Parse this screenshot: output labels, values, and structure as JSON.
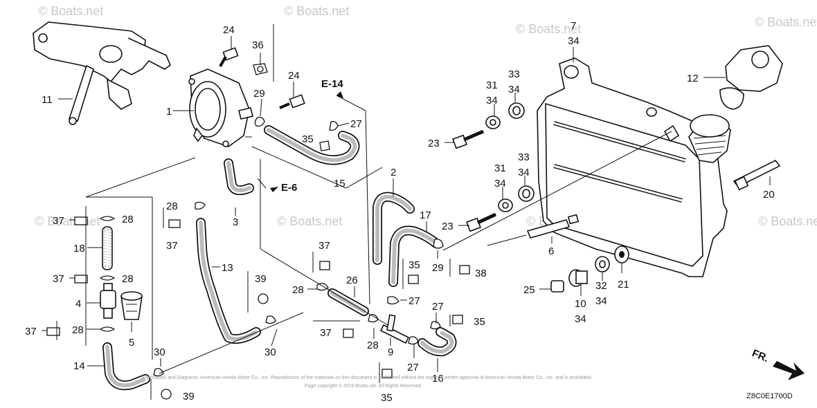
{
  "watermarks": [
    "© Boats.net",
    "© Boats.net",
    "© Boats.net",
    "© Boats.net",
    "© Boats.net",
    "© Boats.net",
    "© Boats.net",
    "© Boats.net"
  ],
  "refs": {
    "e14": "E-14",
    "e6": "E-6"
  },
  "direction": "FR.",
  "code": "Z8C0E1700D",
  "copyright": {
    "line1": "Information and Diagrams: American Honda Motor Co., Inc. Reproduction of the materials on this document is prohibited without the express written approval of American Honda Motor Co., Inc. and is prohibited.",
    "line2": "Page copyright © 2019 Boats.net. All Rights Reserved."
  },
  "callouts": [
    {
      "id": "c1",
      "text": "1"
    },
    {
      "id": "c2",
      "text": "2"
    },
    {
      "id": "c3",
      "text": "3"
    },
    {
      "id": "c4",
      "text": "4"
    },
    {
      "id": "c5",
      "text": "5"
    },
    {
      "id": "c6",
      "text": "6"
    },
    {
      "id": "c7",
      "text": "7"
    },
    {
      "id": "c7b",
      "text": "34"
    },
    {
      "id": "c9",
      "text": "9"
    },
    {
      "id": "c10",
      "text": "10"
    },
    {
      "id": "c10b",
      "text": "34"
    },
    {
      "id": "c11",
      "text": "11"
    },
    {
      "id": "c12",
      "text": "12"
    },
    {
      "id": "c13",
      "text": "13"
    },
    {
      "id": "c14",
      "text": "14"
    },
    {
      "id": "c15",
      "text": "15"
    },
    {
      "id": "c16",
      "text": "16"
    },
    {
      "id": "c17",
      "text": "17"
    },
    {
      "id": "c18",
      "text": "18"
    },
    {
      "id": "c20",
      "text": "20"
    },
    {
      "id": "c21",
      "text": "21"
    },
    {
      "id": "c23a",
      "text": "23"
    },
    {
      "id": "c23b",
      "text": "23"
    },
    {
      "id": "c24a",
      "text": "24"
    },
    {
      "id": "c24b",
      "text": "24"
    },
    {
      "id": "c25",
      "text": "25"
    },
    {
      "id": "c26",
      "text": "26"
    },
    {
      "id": "c27a",
      "text": "27"
    },
    {
      "id": "c27b",
      "text": "27"
    },
    {
      "id": "c27c",
      "text": "27"
    },
    {
      "id": "c27d",
      "text": "27"
    },
    {
      "id": "c28a",
      "text": "28"
    },
    {
      "id": "c28b",
      "text": "28"
    },
    {
      "id": "c28c",
      "text": "28"
    },
    {
      "id": "c28d",
      "text": "28"
    },
    {
      "id": "c28e",
      "text": "28"
    },
    {
      "id": "c28f",
      "text": "28"
    },
    {
      "id": "c29a",
      "text": "29"
    },
    {
      "id": "c29b",
      "text": "29"
    },
    {
      "id": "c30a",
      "text": "30"
    },
    {
      "id": "c30b",
      "text": "30"
    },
    {
      "id": "c31a",
      "text": "31"
    },
    {
      "id": "c31b",
      "text": "34"
    },
    {
      "id": "c31c",
      "text": "31"
    },
    {
      "id": "c31d",
      "text": "34"
    },
    {
      "id": "c32",
      "text": "32"
    },
    {
      "id": "c32b",
      "text": "34"
    },
    {
      "id": "c33a",
      "text": "33"
    },
    {
      "id": "c33b",
      "text": "34"
    },
    {
      "id": "c33c",
      "text": "33"
    },
    {
      "id": "c33d",
      "text": "34"
    },
    {
      "id": "c35a",
      "text": "35"
    },
    {
      "id": "c35b",
      "text": "35"
    },
    {
      "id": "c35c",
      "text": "35"
    },
    {
      "id": "c35d",
      "text": "35"
    },
    {
      "id": "c36",
      "text": "36"
    },
    {
      "id": "c37a",
      "text": "37"
    },
    {
      "id": "c37b",
      "text": "37"
    },
    {
      "id": "c37c",
      "text": "37"
    },
    {
      "id": "c37d",
      "text": "37"
    },
    {
      "id": "c37e",
      "text": "37"
    },
    {
      "id": "c37f",
      "text": "37"
    },
    {
      "id": "c38",
      "text": "38"
    },
    {
      "id": "c39a",
      "text": "39"
    },
    {
      "id": "c39b",
      "text": "39"
    }
  ]
}
